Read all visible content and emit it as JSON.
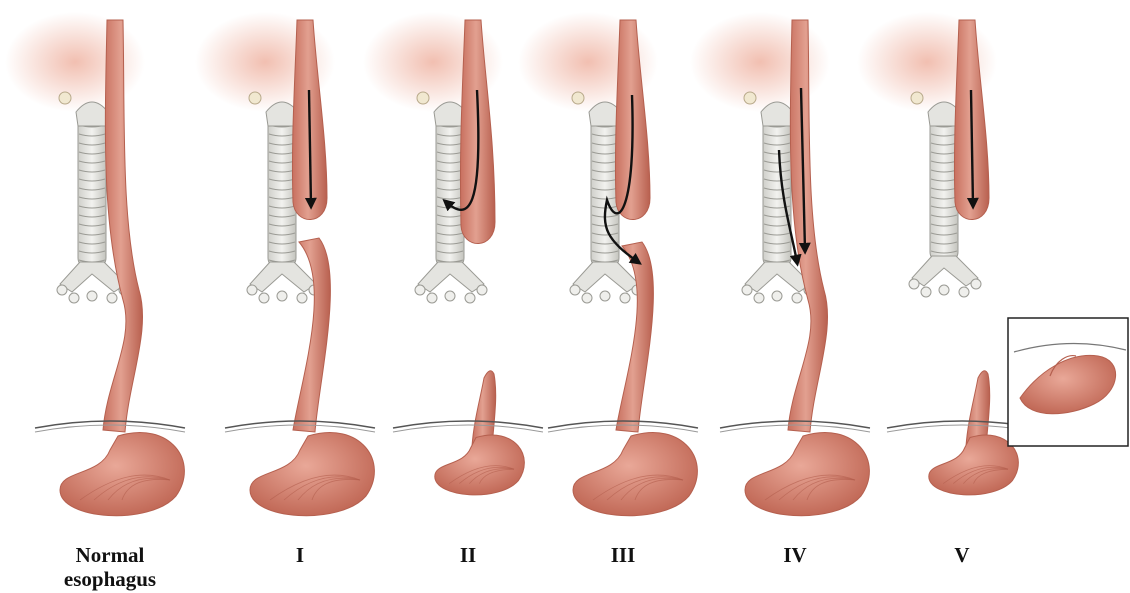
{
  "panels": [
    {
      "id": "normal",
      "label_line1": "Normal",
      "label_line2": "esophagus",
      "variant": "normal"
    },
    {
      "id": "type-1",
      "label_line1": "I",
      "label_line2": "",
      "variant": "I"
    },
    {
      "id": "type-2",
      "label_line1": "II",
      "label_line2": "",
      "variant": "II"
    },
    {
      "id": "type-3",
      "label_line1": "III",
      "label_line2": "",
      "variant": "III"
    },
    {
      "id": "type-4",
      "label_line1": "IV",
      "label_line2": "",
      "variant": "IV"
    },
    {
      "id": "type-5",
      "label_line1": "V",
      "label_line2": "",
      "variant": "V"
    }
  ],
  "colors": {
    "muscle": "#d98b7a",
    "muscle_dark": "#b5604f",
    "muscle_light": "#eab1a2",
    "cartilage": "#e4e4e0",
    "cartilage_line": "#9a9a94",
    "skin_glow": "#f3c9bd",
    "arrow": "#111111",
    "inset_border": "#222222"
  }
}
